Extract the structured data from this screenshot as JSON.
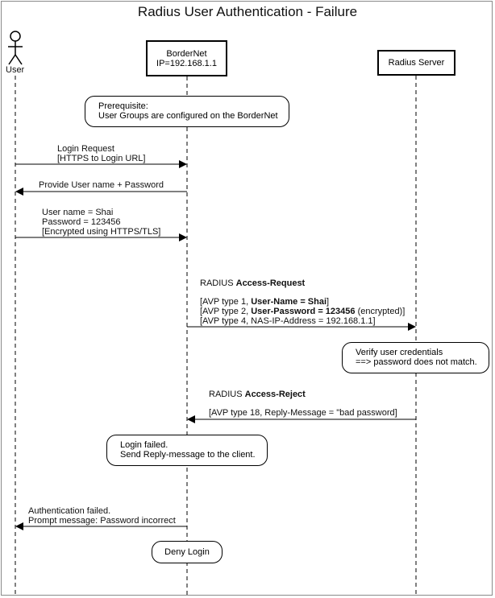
{
  "title": "Radius User Authentication - Failure",
  "participants": {
    "user": "User",
    "bordernet": {
      "name": "BorderNet",
      "ip": "IP=192.168.1.1"
    },
    "radius": "Radius Server"
  },
  "notes": {
    "prerequisite": [
      "Prerequisite:",
      "User Groups are configured on the BorderNet"
    ],
    "verify": [
      "Verify user credentials",
      "==> password does not match."
    ],
    "login_failed": [
      "Login failed.",
      "Send Reply-message to the client."
    ],
    "deny": "Deny Login"
  },
  "messages": {
    "login_request": [
      "Login Request",
      "[HTTPS to Login URL]"
    ],
    "provide": "Provide User name + Password",
    "credentials": [
      "User name = Shai",
      "Password = 123456",
      "[Encrypted using HTTPS/TLS]"
    ],
    "access_request": {
      "prefix": "RADIUS ",
      "bold": "Access-Request",
      "avp1_pre": "[AVP type 1, ",
      "avp1_bold": "User-Name = Shai",
      "avp1_post": "]",
      "avp2_pre": "[AVP type 2, ",
      "avp2_bold": "User-Password = 123456",
      "avp2_post": " (encrypted)]",
      "avp4": "[AVP type 4, NAS-IP-Address = 192.168.1.1]"
    },
    "access_reject": {
      "prefix": "RADIUS ",
      "bold": "Access-Reject",
      "avp18": "[AVP type 18, Reply-Message = \"bad password]"
    },
    "auth_failed": [
      "Authentication failed.",
      "Prompt message: Password incorrect"
    ]
  }
}
